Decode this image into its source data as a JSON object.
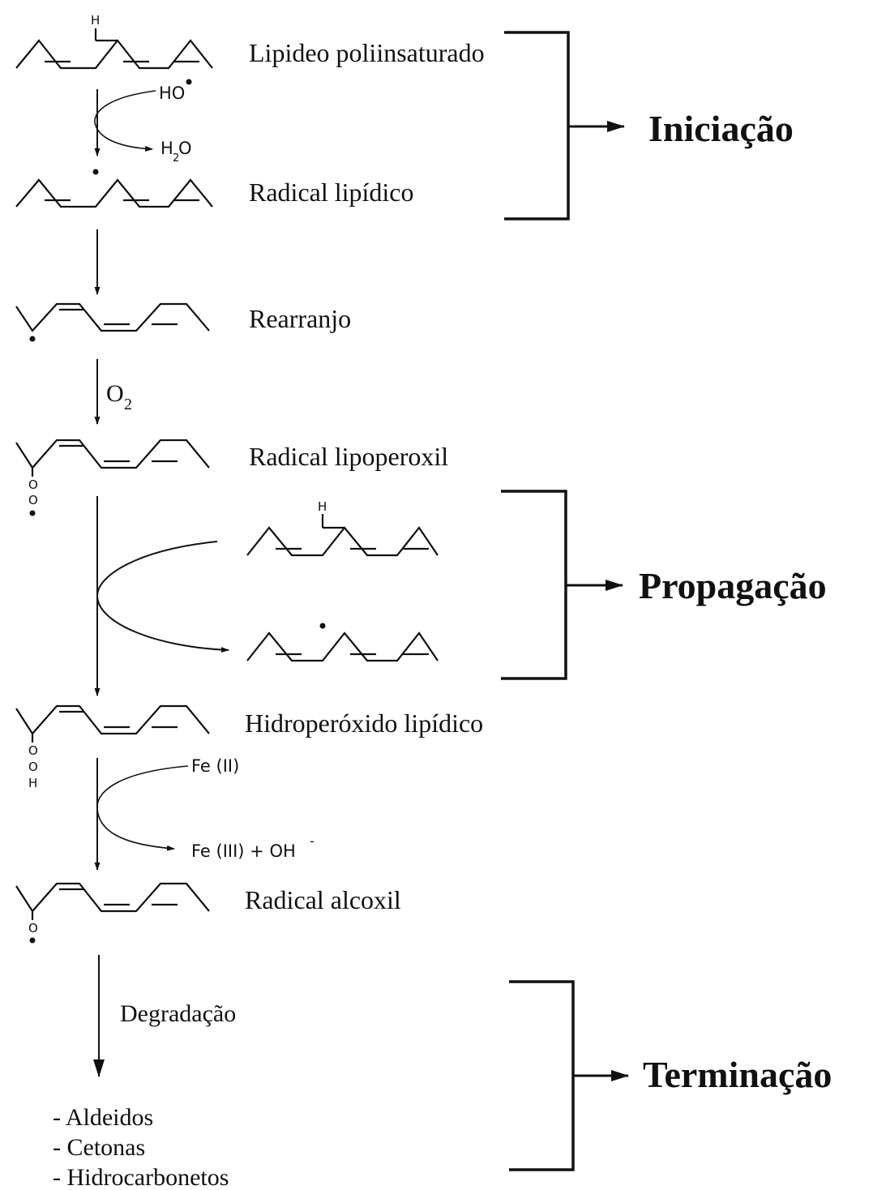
{
  "steps": {
    "s1": "Lipideo poliinsaturado",
    "s2": "Radical lipídico",
    "s3": "Rearranjo",
    "s4": "Radical lipoperoxil",
    "s5": "Hidroperóxido lipídico",
    "s6": "Radical alcoxil",
    "degradation": "Degradação"
  },
  "reagents": {
    "ho_radical": "HO",
    "water_h": "H",
    "water_sub": "2",
    "water_o": "O",
    "oxygen": "O",
    "oxygen_sub": "2",
    "fe2": "Fe (II)",
    "fe3": "Fe (III) + OH",
    "fe3_sup": "-"
  },
  "atoms": {
    "h": "H",
    "o": "O"
  },
  "products": [
    "- Aldeidos",
    "- Cetonas",
    "- Hidrocarbonetos"
  ],
  "phases": {
    "initiation": "Iniciação",
    "propagation": "Propagação",
    "termination": "Terminação"
  }
}
